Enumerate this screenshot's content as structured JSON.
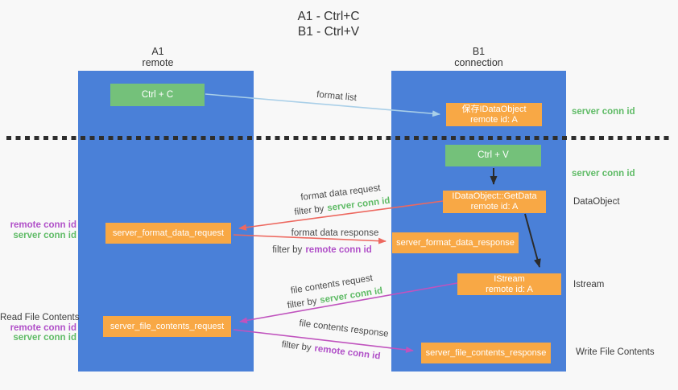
{
  "title": {
    "line1": "A1 - Ctrl+C",
    "line2": "B1 - Ctrl+V"
  },
  "lifelines": {
    "left": {
      "title": "A1",
      "subtitle": "remote"
    },
    "right": {
      "title": "B1",
      "subtitle": "connection"
    }
  },
  "boxes": {
    "ctrl_c": {
      "label": "Ctrl + C"
    },
    "save_idataobject": {
      "line1": "保存IDataObject",
      "line2": "remote id: A"
    },
    "ctrl_v": {
      "label": "Ctrl + V"
    },
    "getdata": {
      "line1": "IDataObject::GetData",
      "line2": "remote id: A"
    },
    "format_request": {
      "label": "server_format_data_request"
    },
    "format_response": {
      "label": "server_format_data_response"
    },
    "istream": {
      "line1": "IStream",
      "line2": "remote id: A"
    },
    "file_request": {
      "label": "server_file_contents_request"
    },
    "file_response": {
      "label": "server_file_contents_response"
    }
  },
  "side_labels": {
    "server_conn_id": "server conn id",
    "remote_conn_id": "remote conn id",
    "dataobject": "DataObject",
    "istream": "Istream",
    "read_file_contents": "Read File Contents",
    "write_file_contents": "Write File Contents"
  },
  "arrow_labels": {
    "format_list": "format list",
    "format_data_request": "format data request",
    "format_data_response": "format data response",
    "file_contents_request": "file contents request",
    "file_contents_response": "file contents response",
    "filter_by": "filter by",
    "server_conn_id": "server conn id",
    "remote_conn_id": "remote conn id"
  },
  "colors": {
    "background": "#f8f8f8",
    "lifeline_blue": "#4a80d8",
    "box_green": "#74c17a",
    "box_orange": "#f8a845",
    "green_text": "#5fbb66",
    "purple_text": "#b04fc8",
    "red_arrow": "#ed685f",
    "magenta_arrow": "#c053be",
    "blue_arrow": "#a9cfe8",
    "black_arrow": "#2b2b2b",
    "text_dark": "#3c3c3c"
  }
}
